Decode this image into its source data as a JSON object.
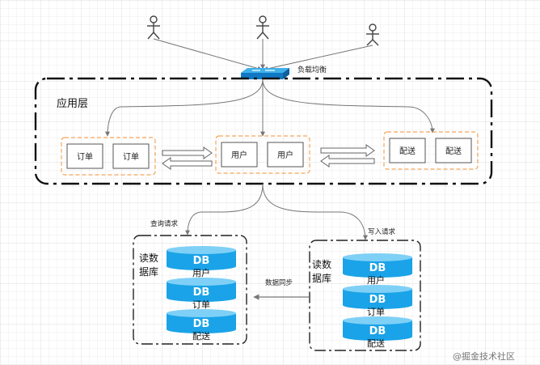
{
  "load_balancer": {
    "label": "负载均衡"
  },
  "app_layer": {
    "title": "应用层",
    "groups": [
      {
        "service_labels": [
          "订单",
          "订单"
        ]
      },
      {
        "service_labels": [
          "用户",
          "用户"
        ]
      },
      {
        "service_labels": [
          "配送",
          "配送"
        ]
      }
    ]
  },
  "db_layer": {
    "read_box": {
      "title_line1": "读数",
      "title_line2": "据库",
      "dbs": [
        {
          "icon": "DB",
          "label": "用户"
        },
        {
          "icon": "DB",
          "label": "订单"
        },
        {
          "icon": "DB",
          "label": "配送"
        }
      ]
    },
    "write_box": {
      "title_line1": "读数",
      "title_line2": "据库",
      "dbs": [
        {
          "icon": "DB",
          "label": "用户"
        },
        {
          "icon": "DB",
          "label": "订单"
        },
        {
          "icon": "DB",
          "label": "配送"
        }
      ]
    },
    "query_label": "查询请求",
    "write_label": "写入请求",
    "sync_label": "数据同步"
  },
  "watermark": "@掘金技术社区",
  "colors": {
    "accent": "#1aa3e8",
    "orange_dash": "#f5a55a",
    "dark": "#222222"
  }
}
